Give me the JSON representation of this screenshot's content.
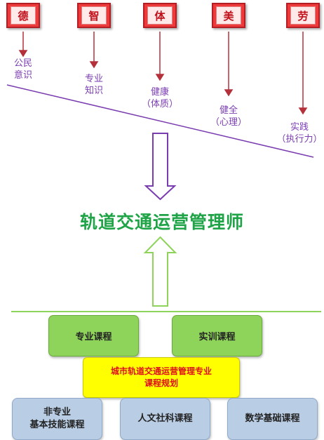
{
  "virtues": [
    {
      "char": "德",
      "label1": "公民",
      "label2": "意识"
    },
    {
      "char": "智",
      "label1": "专业",
      "label2": "知识"
    },
    {
      "char": "体",
      "label1": "健康",
      "label2": "（体质）"
    },
    {
      "char": "美",
      "label1": "健全",
      "label2": "（心理）"
    },
    {
      "char": "劳",
      "label1": "实践",
      "label2": "（执行力）"
    }
  ],
  "title": "轨道交通运营管理师",
  "courses": {
    "major": "专业课程",
    "training": "实训课程",
    "plan_line1": "城市轨道交通运营管理专业",
    "plan_line2": "课程规划",
    "general_line1": "非专业",
    "general_line2": "基本技能课程",
    "humanities": "人文社科课程",
    "math": "数学基础课程"
  },
  "colors": {
    "virtue_red": "#ee3a3a",
    "arrow_red": "#b4303a",
    "purple": "#7a3db0",
    "title_green": "#1fa347",
    "course_green": "#8ed35a",
    "plan_yellow": "#ffff00",
    "base_blue": "#b9cde5"
  }
}
